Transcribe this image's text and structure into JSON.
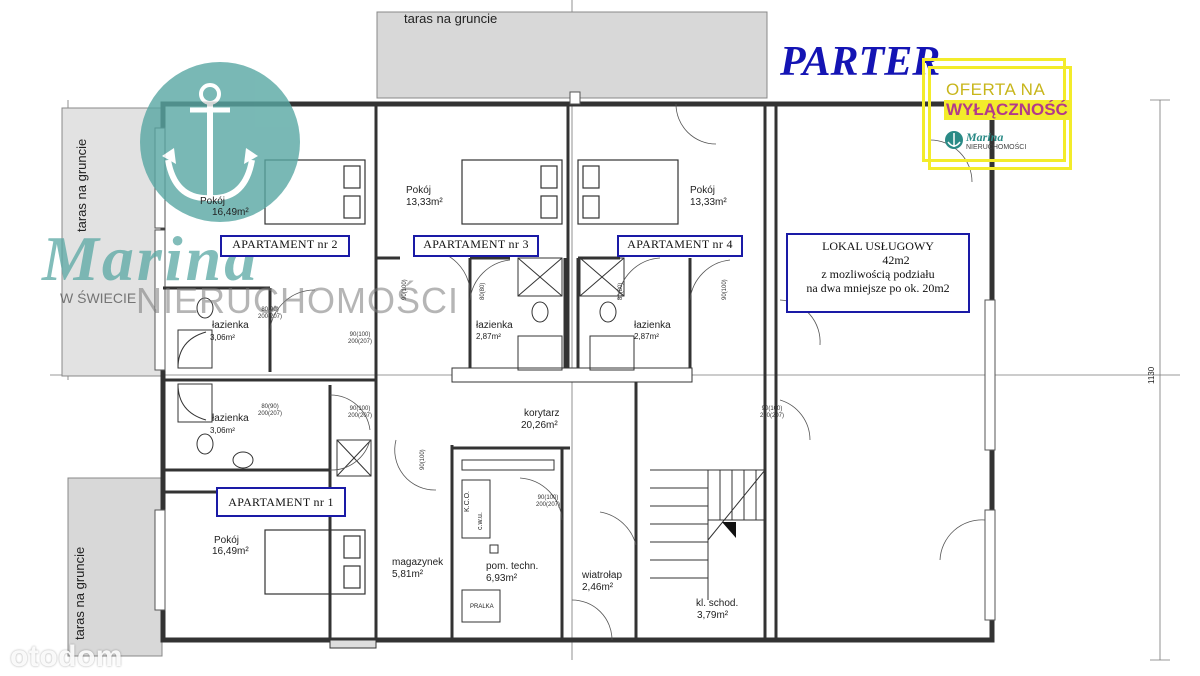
{
  "header": {
    "title": "PARTER"
  },
  "badge": {
    "line1": "OFERTA NA",
    "line2": "WYŁĄCZNOŚĆ",
    "brand": "Marina",
    "brand_sub": "NIERUCHOMOŚCI"
  },
  "watermark": {
    "brand": "Marina",
    "line_prefix": "W ŚWIECIE",
    "line_main": "NIERUCHOMOŚCI",
    "site": "otodom"
  },
  "terraces": {
    "top": "taras na gruncie",
    "left_top": "taras na gruncie",
    "left_bottom": "taras na gruncie"
  },
  "apartments": [
    "APARTAMENT nr 2",
    "APARTAMENT nr 3",
    "APARTAMENT nr 4",
    "APARTAMENT nr 1"
  ],
  "lokal": {
    "title": "LOKAL USŁUGOWY",
    "area": "42m2",
    "note1": "z mozliwością podziału",
    "note2": "na dwa mniejsze po ok. 20m2"
  },
  "rooms": {
    "pokoj_2": {
      "name": "Pokój",
      "area": "16,49m²"
    },
    "pokoj_3": {
      "name": "Pokój",
      "area": "13,33m²"
    },
    "pokoj_4": {
      "name": "Pokój",
      "area": "13,33m²"
    },
    "pokoj_1": {
      "name": "Pokój",
      "area": "16,49m²"
    },
    "lazienka_2": {
      "name": "łazienka",
      "area": "3,06m²"
    },
    "lazienka_3": {
      "name": "łazienka",
      "area": "2,87m²"
    },
    "lazienka_4": {
      "name": "łazienka",
      "area": "2,87m²"
    },
    "lazienka_1": {
      "name": "łazienka",
      "area": "3,06m²"
    },
    "korytarz": {
      "name": "korytarz",
      "area": "20,26m²"
    },
    "magazynek": {
      "name": "magazynek",
      "area": "5,81m²"
    },
    "pom_techn": {
      "name": "pom. techn.",
      "area": "6,93m²"
    },
    "wiatrolap": {
      "name": "wiatrołap",
      "area": "2,46m²"
    },
    "kl_schod": {
      "name": "kl. schod.",
      "area": "3,79m²"
    }
  },
  "fixtures": {
    "kco": "K.C.O.",
    "cwu": "c.w.u.",
    "pralka": "PRALKA"
  },
  "door_tags": {
    "a": "80(90)",
    "b": "200(207)",
    "c": "90(100)",
    "d": "80(80)"
  },
  "dimension": "1130"
}
